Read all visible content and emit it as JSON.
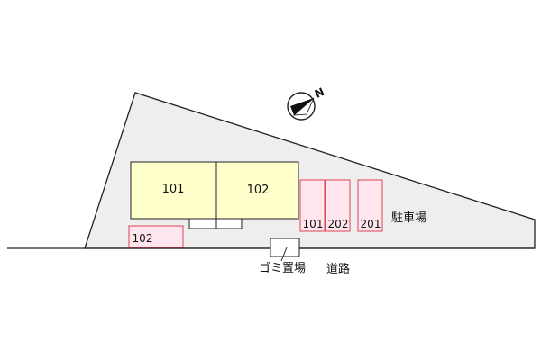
{
  "colors": {
    "lot_fill": "#eeeeee",
    "building_fill": "#ffffcc",
    "parking_fill": "#ffe6ee",
    "parking_stroke": "#dd4455",
    "line": "#222222"
  },
  "compass": {
    "icon": "north-arrow-icon",
    "label": "N"
  },
  "buildings": [
    {
      "label": "101"
    },
    {
      "label": "102"
    }
  ],
  "parking_spaces": [
    {
      "label": "102"
    },
    {
      "label": "101"
    },
    {
      "label": "202"
    },
    {
      "label": "201"
    }
  ],
  "labels": {
    "parking": "駐車場",
    "garbage": "ゴミ置場",
    "road": "道路"
  }
}
